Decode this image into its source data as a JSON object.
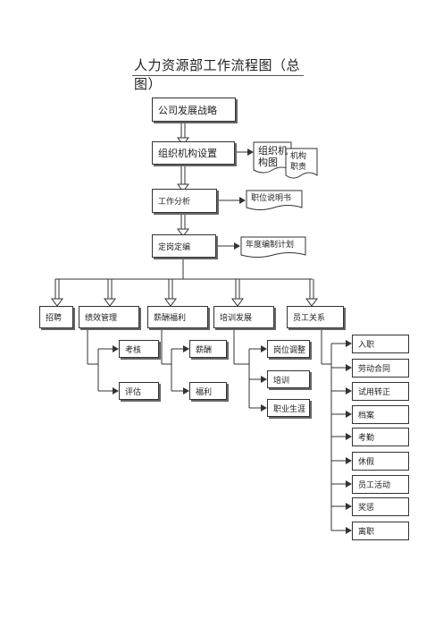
{
  "title": "人力资源部工作流程图（总图）",
  "main_flow": {
    "strategy": "公司发展战略",
    "org_setup": "组织机构设置",
    "job_analysis": "工作分析",
    "staffing": "定岗定编"
  },
  "docs": {
    "org_chart": "组织机构图",
    "org_duties": "机构职责",
    "job_description": "职位说明书",
    "annual_plan": "年度编制计划"
  },
  "functions": [
    "招聘",
    "绩效管理",
    "薪酬福利",
    "培训发展",
    "员工关系"
  ],
  "performance_sub": [
    "考核",
    "评估"
  ],
  "compensation_sub": [
    "薪酬",
    "福利"
  ],
  "training_sub": [
    "岗位调整",
    "培训",
    "职业生涯"
  ],
  "relations_sub": [
    "入职",
    "劳动合同",
    "试用转正",
    "档案",
    "考勤",
    "休假",
    "员工活动",
    "奖惩",
    "离职"
  ]
}
